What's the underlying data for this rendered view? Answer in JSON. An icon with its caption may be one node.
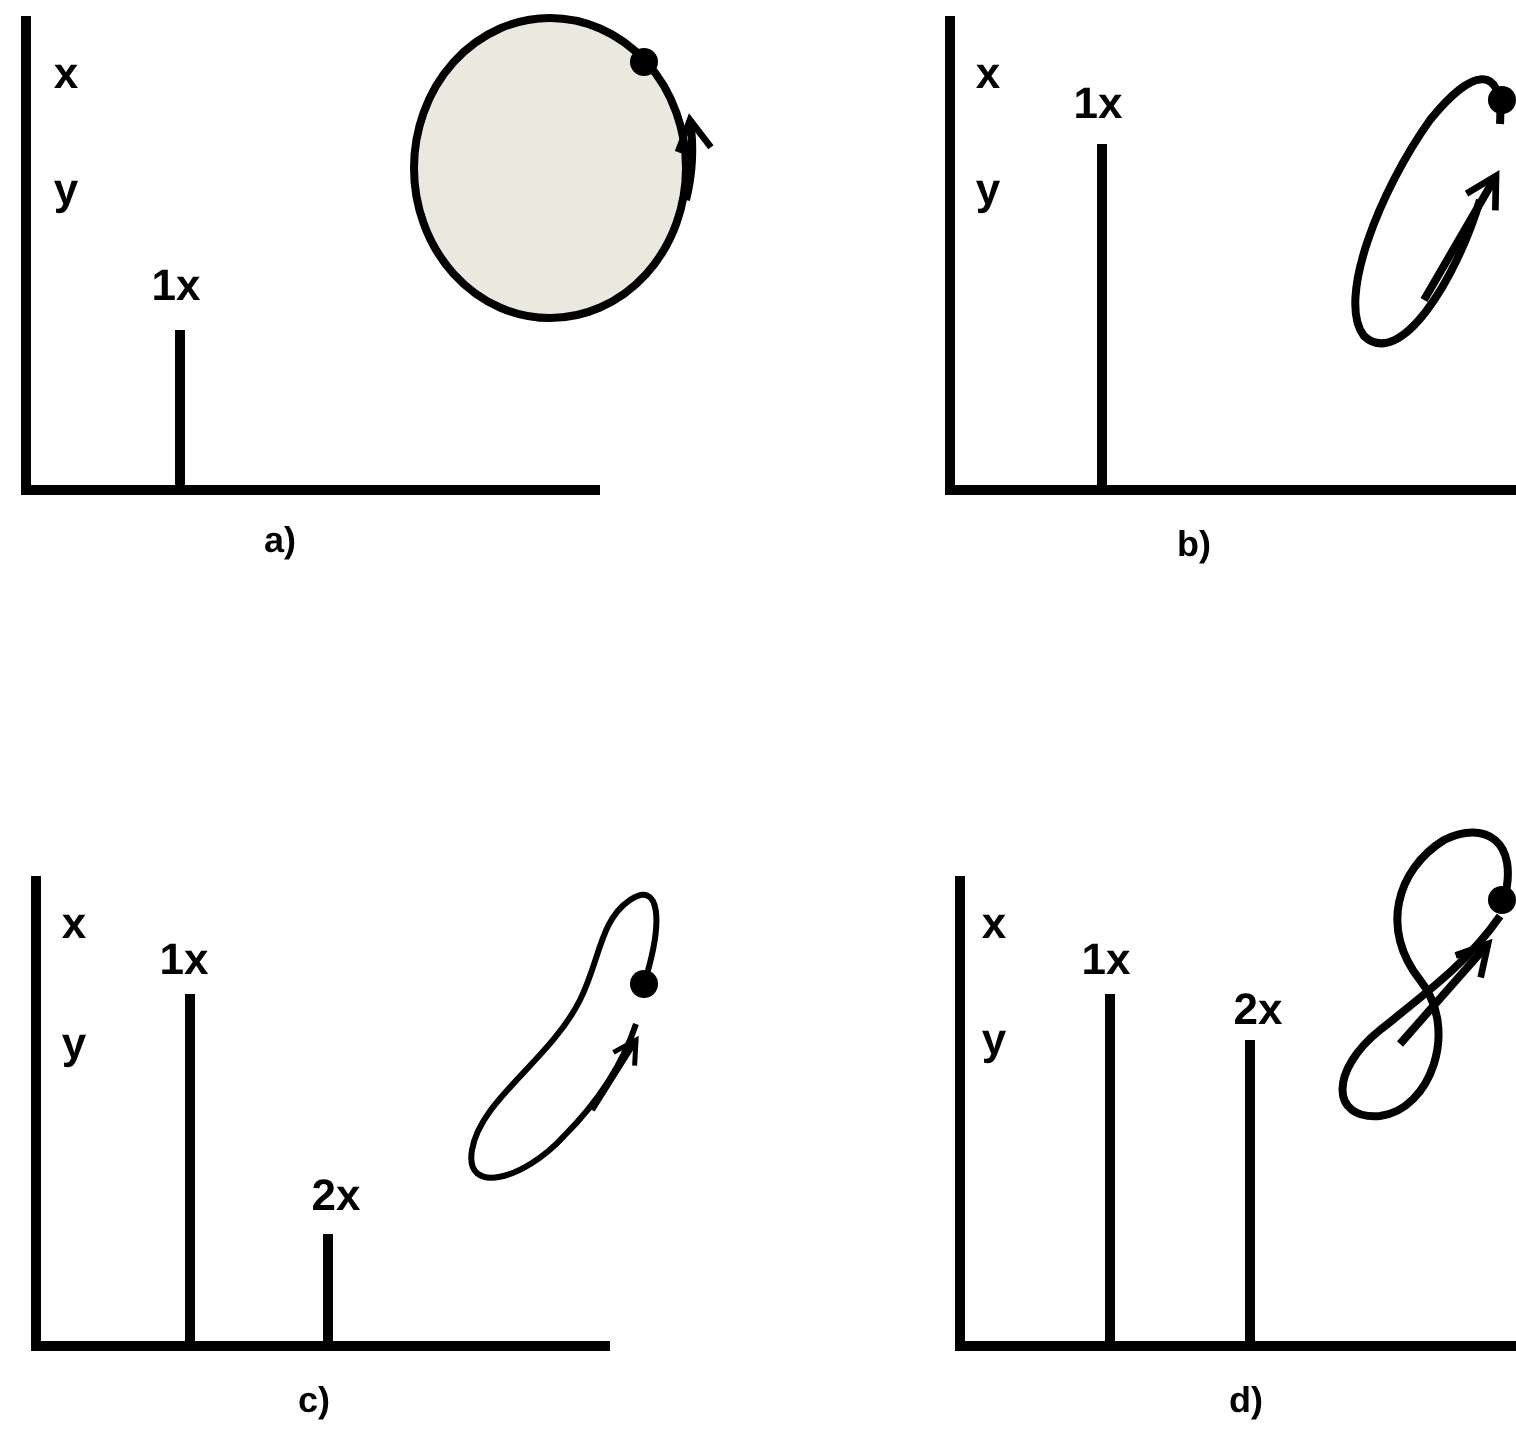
{
  "diagram": {
    "labels": [
      "x",
      "y",
      "1x",
      "a)",
      "x",
      "y",
      "1x",
      "b)",
      "x",
      "y",
      "1x",
      "2x",
      "c)",
      "x",
      "y",
      "1x",
      "2x",
      "d)"
    ]
  }
}
